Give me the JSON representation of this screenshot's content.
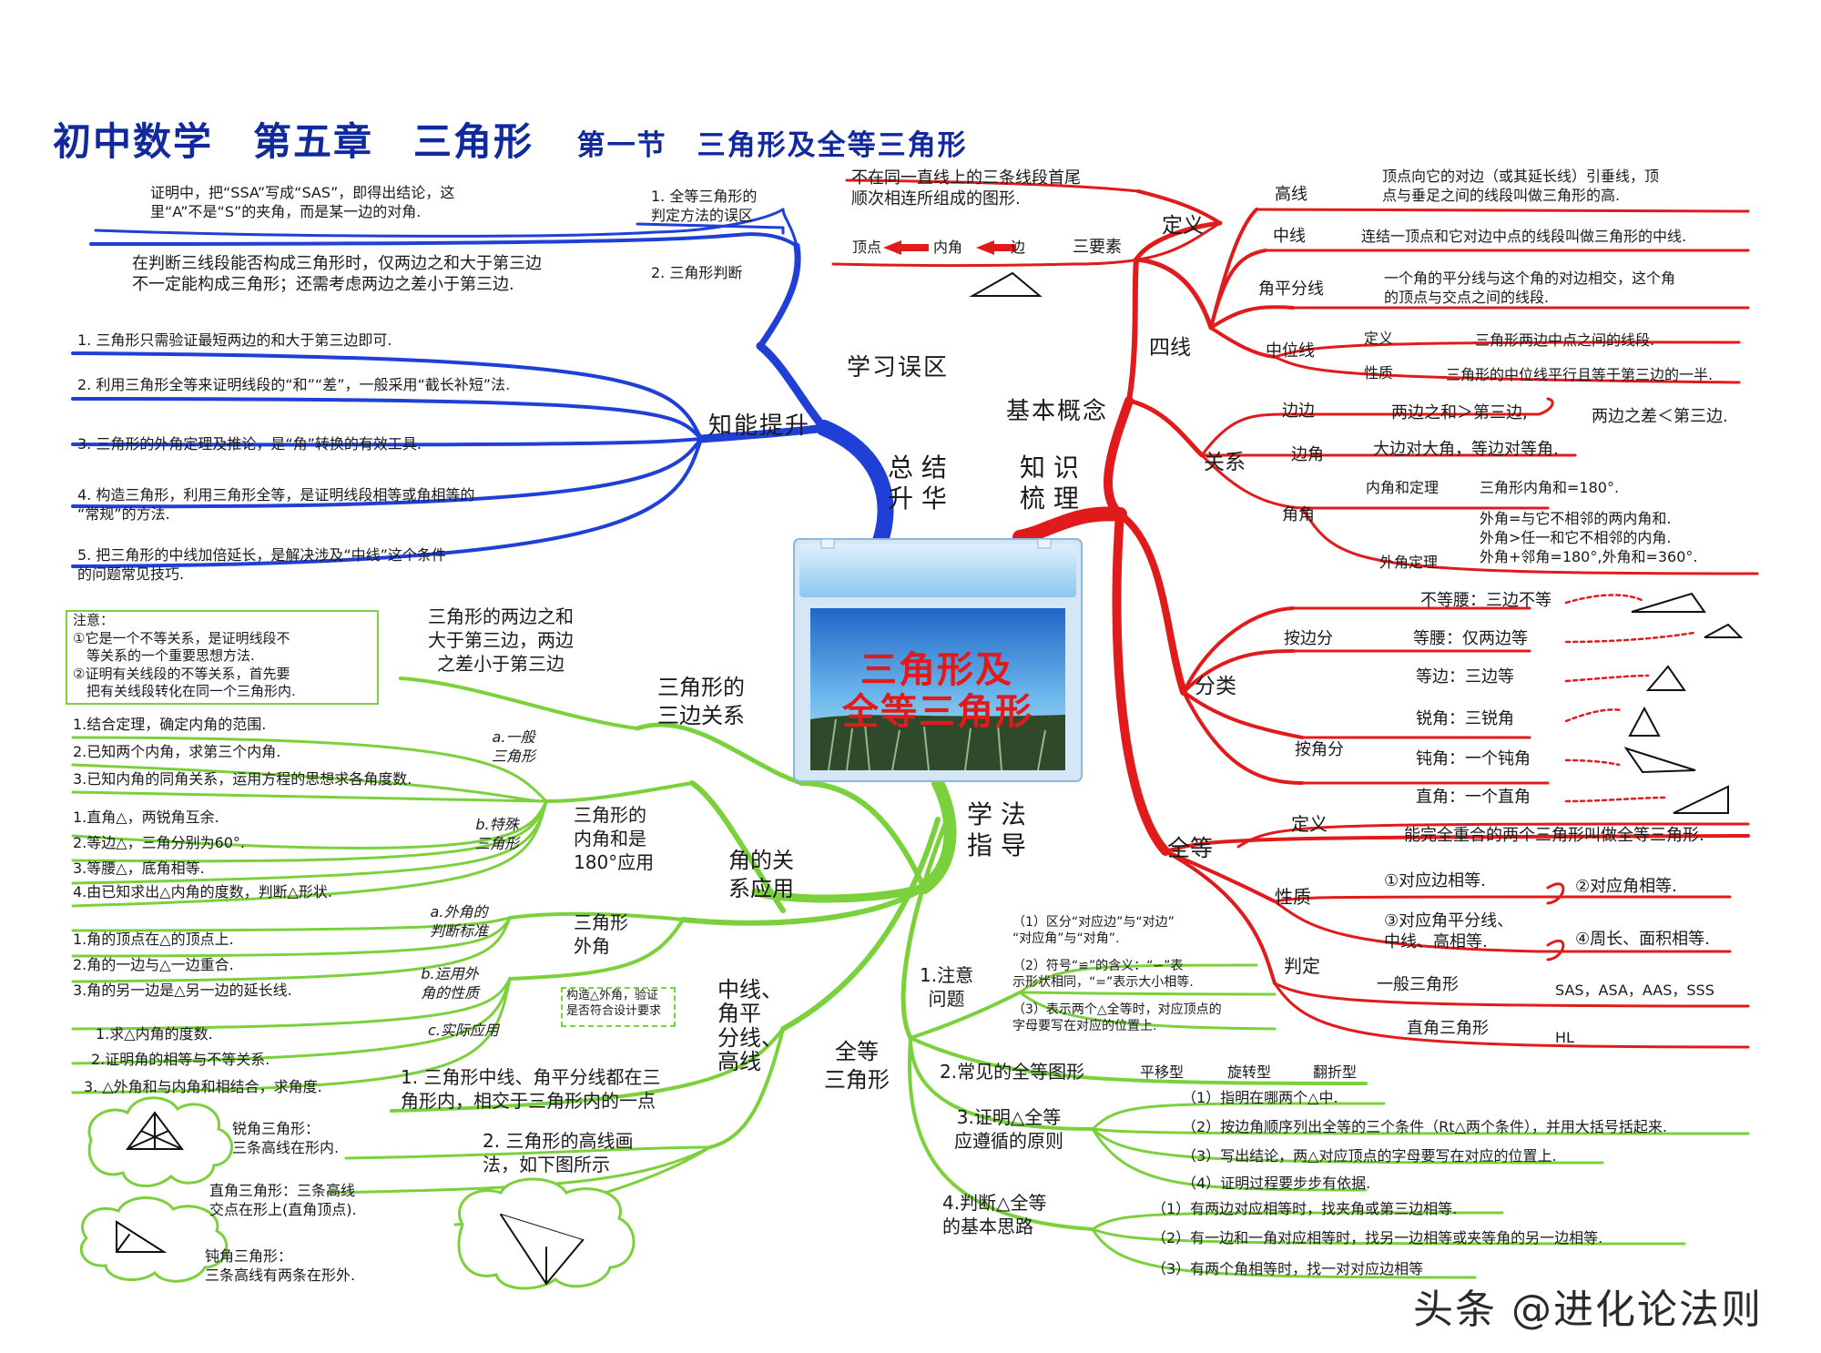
{
  "title": {
    "main": "初中数学　第五章　三角形",
    "sub": "第一节　三角形及全等三角形"
  },
  "center": {
    "line1": "三角形及",
    "line2": "全等三角形"
  },
  "hubs": {
    "summary": "总 结\n升 华",
    "knowledge": "知 识\n梳 理",
    "method": "学 法\n指 导"
  },
  "summary": {
    "errors": {
      "label": "学习误区",
      "items": [
        {
          "label": "1. 全等三角形的\n判定方法的误区",
          "desc": "证明中，把“SSA”写成“SAS”，即得出结论，这\n里“A”不是“S”的夹角，而是某一边的对角."
        },
        {
          "label": "2. 三角形判断",
          "desc": "在判断三线段能否构成三角形时，仅两边之和大于第三边\n不一定能构成三角形；还需考虑两边之差小于第三边."
        }
      ]
    },
    "improve": {
      "label": "知能提升",
      "items": [
        "1. 三角形只需验证最短两边的和大于第三边即可.",
        "2. 利用三角形全等来证明线段的“和”“差”，一般采用“截长补短”法.",
        "3. 三角形的外角定理及推论，是“角”转换的有效工具.",
        "4. 构造三角形，利用三角形全等，是证明线段相等或角相等的\n“常规”的方法.",
        "5. 把三角形的中线加倍延长，是解决涉及“中线”这个条件\n的问题常见技巧."
      ]
    }
  },
  "knowledge": {
    "basic_label": "基本概念",
    "definition": {
      "label": "定义",
      "text": "不在同一直线上的三条线段首尾\n顺次相连所组成的图形.",
      "elements_label": "三要素",
      "elements": [
        "顶点",
        "内角",
        "边"
      ]
    },
    "four_lines": {
      "label": "四线",
      "items": [
        {
          "name": "高线",
          "desc": "顶点向它的对边（或其延长线）引垂线，顶\n点与垂足之间的线段叫做三角形的高."
        },
        {
          "name": "中线",
          "desc": "连结一顶点和它对边中点的线段叫做三角形的中线."
        },
        {
          "name": "角平分线",
          "desc": "一个角的平分线与这个角的对边相交，这个角\n的顶点与交点之间的线段."
        },
        {
          "name": "中位线",
          "sub": [
            {
              "k": "定义",
              "v": "三角形两边中点之间的线段."
            },
            {
              "k": "性质",
              "v": "三角形的中位线平行且等于第三边的一半."
            }
          ]
        }
      ]
    },
    "relations": {
      "label": "关系",
      "side": {
        "name": "边边",
        "a": "两边之和＞第三边,",
        "b": "两边之差＜第三边."
      },
      "side_angle": {
        "name": "边角",
        "v": "大边对大角，等边对等角."
      },
      "angle": {
        "name": "角角",
        "inner": {
          "k": "内角和定理",
          "v": "三角形内角和=180°."
        },
        "outer": {
          "k": "外角定理",
          "v": "外角=与它不相邻的两内角和.\n外角>任一和它不相邻的内角.\n外角+邻角=180°,外角和=360°."
        }
      }
    },
    "classify": {
      "label": "分类",
      "by_side": {
        "label": "按边分",
        "items": [
          "不等腰：三边不等",
          "等腰：仅两边等",
          "等边：三边等"
        ]
      },
      "by_angle": {
        "label": "按角分",
        "items": [
          "锐角：三锐角",
          "钝角：一个钝角",
          "直角：一个直角"
        ]
      }
    },
    "congruent": {
      "label": "全等",
      "definition": {
        "k": "定义",
        "v": "能完全重合的两个三角形叫做全等三角形."
      },
      "property": {
        "k": "性质",
        "items": [
          "①对应边相等.",
          "②对应角相等.",
          "③对应角平分线、\n中线、高相等.",
          "④周长、面积相等."
        ]
      },
      "judge": {
        "k": "判定",
        "general": {
          "name": "一般三角形",
          "v": "SAS，ASA，AAS，SSS"
        },
        "right": {
          "name": "直角三角形",
          "v": "HL"
        }
      }
    }
  },
  "method": {
    "side_relation": {
      "label": "三角形的\n三边关系",
      "item": "三角形的两边之和\n大于第三边，两边\n之差小于第三边",
      "note": "注意：\n①它是一个不等关系，是证明线段不\n　等关系的一个重要思想方法.\n②证明有关线段的不等关系，首先要\n　把有关线段转化在同一个三角形内."
    },
    "angle_relation": {
      "label": "角的关\n系应用",
      "inner": {
        "label": "三角形的\n内角和是\n180°应用",
        "general": {
          "label": "a.一般\n三角形",
          "items": [
            "1.结合定理，确定内角的范围.",
            "2.已知两个内角，求第三个内角.",
            "3.已知内角的同角关系，运用方程的思想求各角度数."
          ]
        },
        "special": {
          "label": "b.特殊\n三角形",
          "items": [
            "1.直角△，两锐角互余.",
            "2.等边△，三角分别为60°.",
            "3.等腰△，底角相等.",
            "4.由已知求出△内角的度数，判断△形状."
          ]
        }
      },
      "outer": {
        "label": "三角形\n外角",
        "criteria": {
          "label": "a.外角的\n判断标准",
          "items": [
            "1.角的顶点在△的顶点上.",
            "2.角的一边与△一边重合.",
            "3.角的另一边是△另一边的延长线."
          ]
        },
        "property": {
          "label": "b.运用外\n角的性质"
        },
        "apply": {
          "label": "c.实际应用",
          "items": [
            "1.求△内角的度数.",
            "2.证明角的相等与不等关系.",
            "3. △外角和与内角和相结合，求角度."
          ]
        },
        "tip": "构造△外角，验证\n是否符合设计要求"
      }
    },
    "lines": {
      "label": "中线、\n角平\n分线、\n高线",
      "item1": "1. 三角形中线、角平分线都在三\n角形内，相交于三角形内的一点",
      "item2": "2. 三角形的高线画\n法，如下图所示",
      "acute": "锐角三角形：\n三条高线在形内.",
      "right": "直角三角形：三条高线\n交点在形上(直角顶点).",
      "obtuse": "钝角三角形：\n三条高线有两条在形外."
    },
    "congruent": {
      "label": "全等\n三角形",
      "notes": {
        "label": "1.注意\n问题",
        "items": [
          "（1）区分“对应边”与“对边”\n“对应角”与“对角”.",
          "（2）符号“≌”的含义：“∽”表\n示形状相同，“=”表示大小相等.",
          "（3）表示两个△全等时，对应顶点的\n字母要写在对应的位置上."
        ]
      },
      "common": {
        "label": "2.常见的全等图形",
        "items": [
          "平移型",
          "旋转型",
          "翻折型"
        ]
      },
      "principles": {
        "label": "3.证明△全等\n应遵循的原则",
        "items": [
          "（1）指明在哪两个△中.",
          "（2）按边角顺序列出全等的三个条件（Rt△两个条件），并用大括号括起来.",
          "（3）写出结论，两△对应顶点的字母要写在对应的位置上.",
          "（4）证明过程要步步有依据."
        ]
      },
      "ideas": {
        "label": "4.判断△全等\n的基本思路",
        "items": [
          "（1）有两边对应相等时，找夹角或第三边相等.",
          "（2）有一边和一角对应相等时，找另一边相等或夹等角的另一边相等.",
          "（3）有两个角相等时，找一对对应边相等"
        ]
      }
    }
  },
  "watermark": "头条 @进化论法则",
  "colors": {
    "blue": "#1f3fd6",
    "red": "#e11b1b",
    "green": "#7bd13c",
    "title": "#102a9e"
  }
}
